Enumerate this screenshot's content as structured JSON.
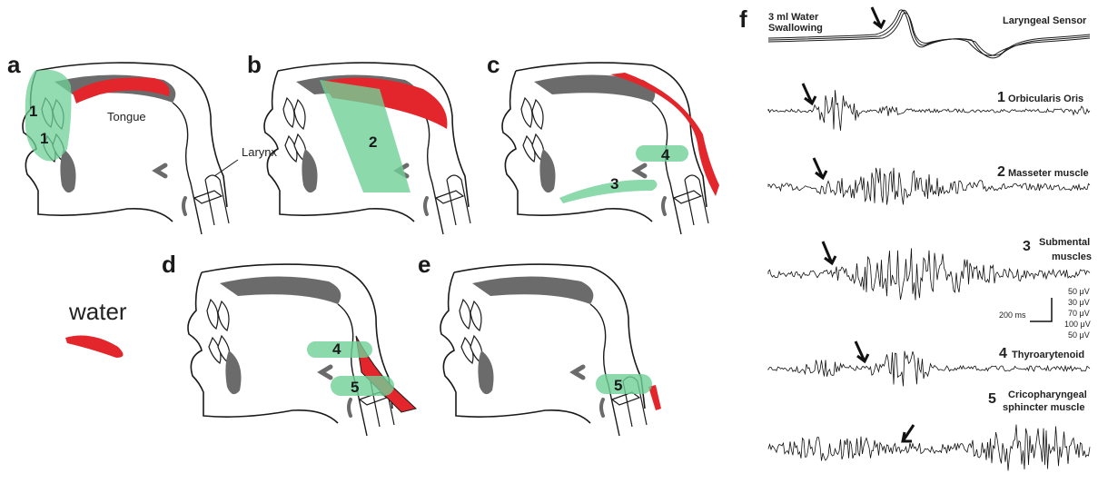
{
  "panels": {
    "a": {
      "label": "a",
      "region_numbers": [
        "1",
        "1"
      ],
      "tongue_label": "Tongue",
      "larynx_label": "Larynx"
    },
    "b": {
      "label": "b",
      "region_number": "2"
    },
    "c": {
      "label": "c",
      "region_numbers": [
        "3",
        "4"
      ]
    },
    "d": {
      "label": "d",
      "region_numbers": [
        "4",
        "5"
      ]
    },
    "e": {
      "label": "e",
      "region_number": "5"
    },
    "f": {
      "label": "f"
    }
  },
  "legend": {
    "water_label": "water",
    "water_color": "#e3262b"
  },
  "colors": {
    "muscle_green": "#6fcf97",
    "anatomy_gray": "#6b6b6b",
    "water_red": "#e3262b",
    "outline": "#1a1a1a"
  },
  "traces": {
    "header_left_line1": "3 ml Water",
    "header_left_line2": "Swallowing",
    "header_right": "Laryngeal Sensor",
    "rows": [
      {
        "number": "1",
        "name_line1": "Orbicularis Oris",
        "name_line2": ""
      },
      {
        "number": "2",
        "name_line1": "Masseter muscle",
        "name_line2": ""
      },
      {
        "number": "3",
        "name_line1": "Submental",
        "name_line2": "muscles"
      },
      {
        "number": "4",
        "name_line1": "Thyroarytenoid",
        "name_line2": ""
      },
      {
        "number": "5",
        "name_line1": "Cricopharyngeal",
        "name_line2": "sphincter muscle"
      }
    ],
    "scale_bar": {
      "time_label": "200 ms",
      "amplitudes": [
        "50 μV",
        "30 μV",
        "70 μV",
        "100 μV",
        "50 μV"
      ]
    }
  }
}
